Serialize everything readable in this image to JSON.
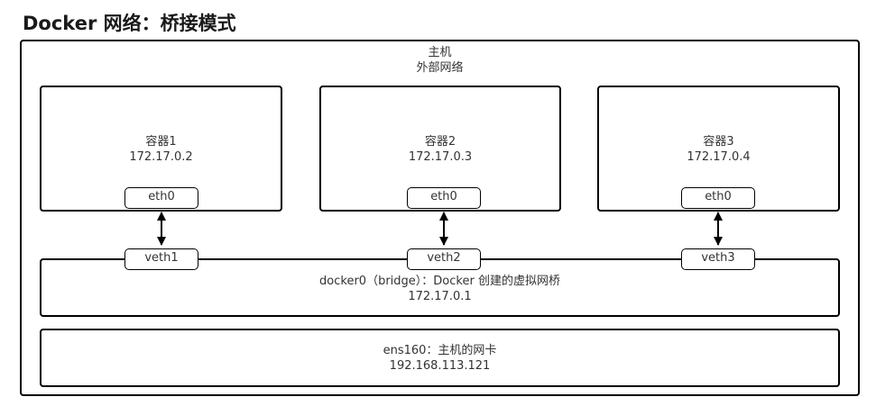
{
  "title": "Docker 网络：桥接模式",
  "host": {
    "line1": "主机",
    "line2": "外部网络"
  },
  "containers": [
    {
      "name": "容器1",
      "ip": "172.17.0.2",
      "port": "eth0"
    },
    {
      "name": "容器2",
      "ip": "172.17.0.3",
      "port": "eth0"
    },
    {
      "name": "容器3",
      "ip": "172.17.0.4",
      "port": "eth0"
    }
  ],
  "veths": [
    "veth1",
    "veth2",
    "veth3"
  ],
  "bridge": {
    "line1": "docker0（bridge）：Docker 创建的虚拟网桥",
    "line2": "172.17.0.1"
  },
  "nic": {
    "line1": "ens160：主机的网卡",
    "line2": "192.168.113.121"
  }
}
